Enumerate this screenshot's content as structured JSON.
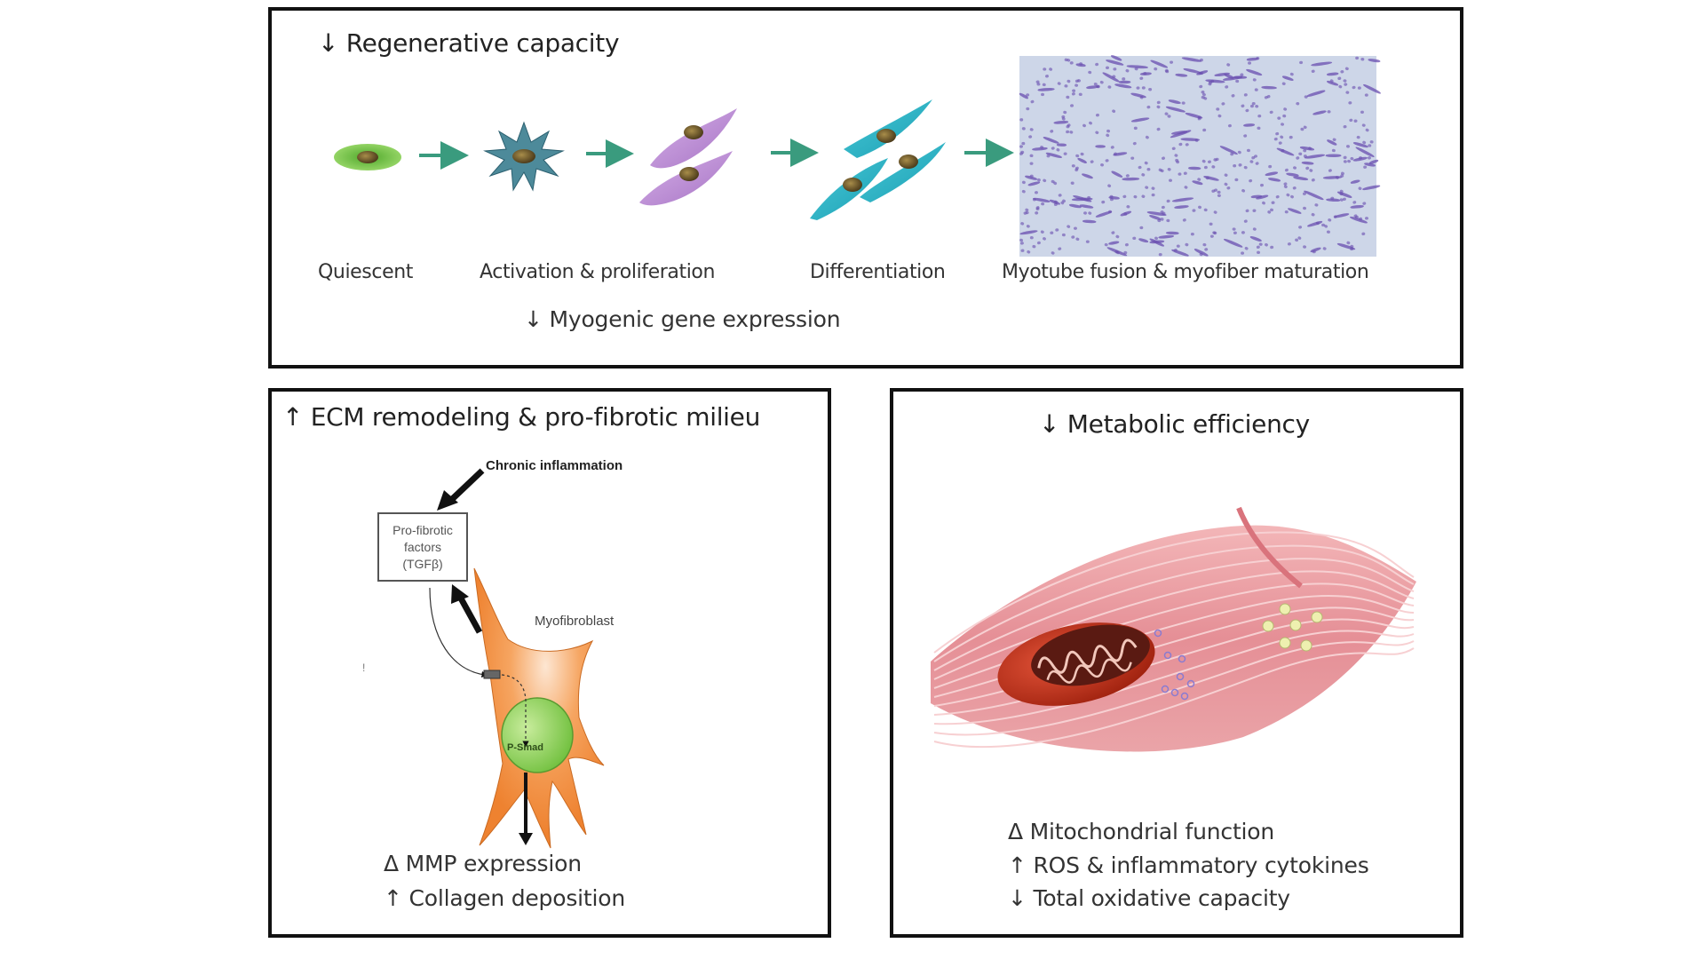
{
  "panels": {
    "regenerative": {
      "title_symbol": "↓",
      "title": "Regenerative capacity",
      "stages": [
        {
          "label": "Quiescent",
          "icon": "quiescent-cell-icon"
        },
        {
          "label": "Activation & proliferation",
          "icon": "activated-cell-icon"
        },
        {
          "label": "Differentiation",
          "icon": "differentiating-cells-icon"
        },
        {
          "label": "Myotube fusion & myofiber maturation",
          "icon": "myotube-micrograph"
        }
      ],
      "note_symbol": "↓",
      "note": "Myogenic gene expression",
      "colors": {
        "arrow": "#3a9b7e",
        "quiescent": "#7ac943",
        "activated": "#4d8a9a",
        "proliferating": "#b98ad0",
        "differentiating": "#2bb3c6",
        "micrograph_bg": "#cdd6e8",
        "micrograph_cells": "#6a4fb0"
      }
    },
    "ecm": {
      "title_symbol": "↑",
      "title": "ECM remodeling & pro-fibrotic milieu",
      "chronic_inflammation": "Chronic inflammation",
      "factor_box": [
        "Pro-fibrotic",
        "factors",
        "(TGFβ)"
      ],
      "myofibroblast": "Myofibroblast",
      "nucleus_label": "P-Smad",
      "effects": [
        {
          "symbol": "Δ",
          "text": "MMP expression"
        },
        {
          "symbol": "↑",
          "text": "Collagen deposition"
        }
      ],
      "colors": {
        "cell": "#f08a35",
        "nucleus": "#8fcf5a"
      }
    },
    "metabolic": {
      "title_symbol": "↓",
      "title": "Metabolic efficiency",
      "effects": [
        {
          "symbol": "Δ",
          "text": "Mitochondrial function"
        },
        {
          "symbol": "↑",
          "text": "ROS & inflammatory cytokines"
        },
        {
          "symbol": "↓",
          "text": "Total oxidative capacity"
        }
      ],
      "colors": {
        "muscle": "#e79aa0",
        "mitochondrion": "#c8321e",
        "ros": "#8a7bd0",
        "lipid": "#eef0b0"
      }
    }
  }
}
